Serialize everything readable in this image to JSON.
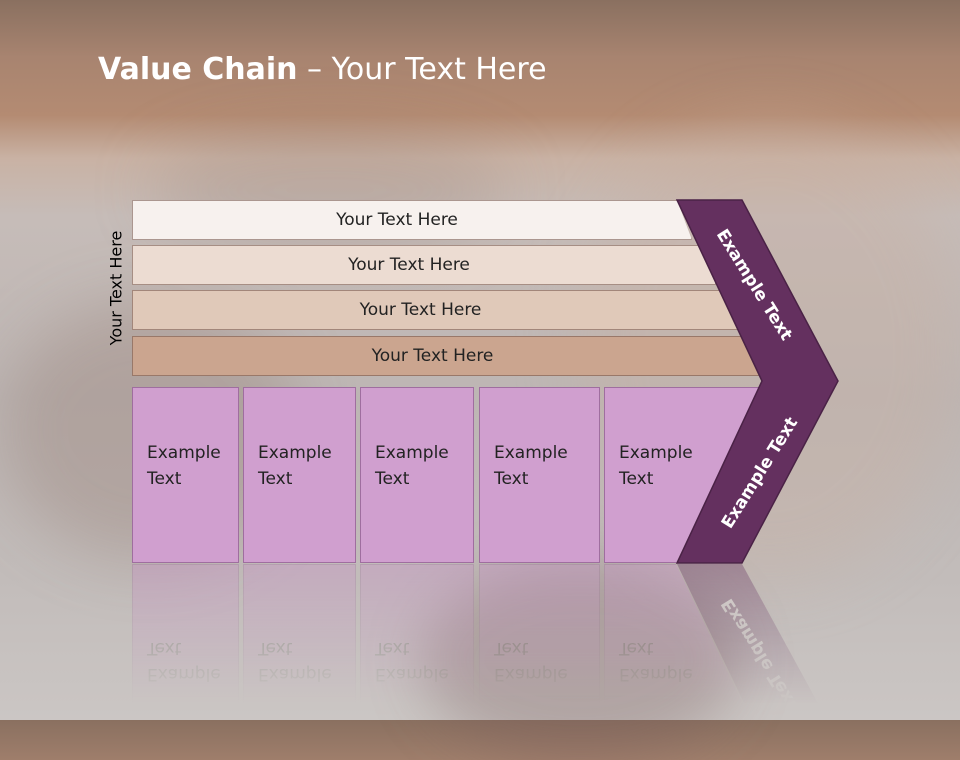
{
  "title": {
    "bold": "Value Chain",
    "rest": " – Your Text Here"
  },
  "side_label": "Your Text Here",
  "rows": [
    "Your Text Here",
    "Your Text Here",
    "Your Text Here",
    "Your Text Here"
  ],
  "boxes": [
    [
      "Example",
      "Text"
    ],
    [
      "Example",
      "Text"
    ],
    [
      "Example",
      "Text"
    ],
    [
      "Example",
      "Text"
    ],
    [
      "Example",
      "Text"
    ]
  ],
  "chevron": {
    "upper_text": "Example Text",
    "lower_text": "Example Text"
  },
  "colors": {
    "chevron_fill": "#64305f",
    "box_fill": "#d09fcf",
    "row_1": "#f7f1ee",
    "row_2": "#ecdcd2",
    "row_3": "#e0c9b9",
    "row_4": "#cba58f"
  }
}
